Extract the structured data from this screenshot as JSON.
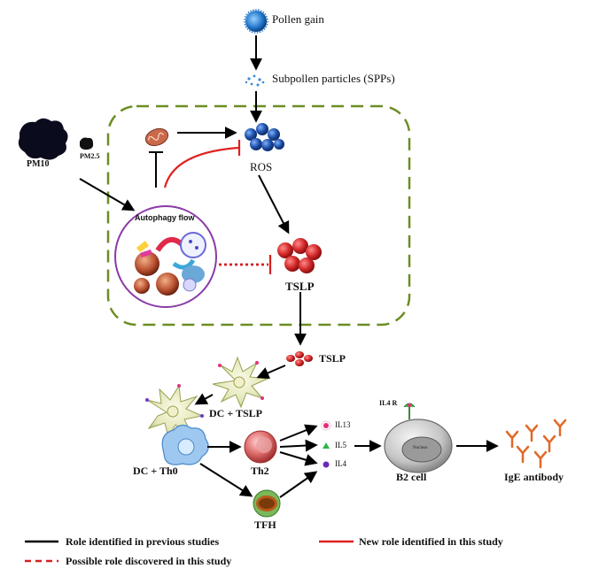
{
  "nodes": {
    "pollen": "Pollen gain",
    "spp": "Subpollen particles (SPPs)",
    "pm10": "PM10",
    "pm25": "PM2.5",
    "ros": "ROS",
    "autophagy": "Autophagy flow",
    "tslp_cell": "TSLP",
    "tslp_secreted": "TSLP",
    "dc_tslp": "DC + TSLP",
    "dc_th0": "DC + Th0",
    "th2": "Th2",
    "tfh": "TFH",
    "il13": "IL13",
    "il5": "IL5",
    "il4": "IL4",
    "il4r": "IL4 R",
    "nucleus": "Nucleus",
    "b2": "B2 cell",
    "ige": "IgE antibody"
  },
  "legend": {
    "previous": "Role identified in previous studies",
    "new": "New role identified in this study",
    "possible": "Possible role discovered in this study"
  },
  "colors": {
    "cell_border": "#6b8e23",
    "known": "#000000",
    "new": "#e02020",
    "possible": "#d62020",
    "ros": "#1f4fa8",
    "tslp": "#d42a2a",
    "ige": "#e06a2a"
  },
  "icons": [
    "pollen-grain-icon",
    "spp-particles-icon",
    "pm10-particle-icon",
    "pm25-particle-icon",
    "mitochondrion-icon",
    "ros-cluster-icon",
    "autophagy-icon",
    "tslp-cluster-icon",
    "dendritic-cell-icon",
    "th0-cell-icon",
    "th2-cell-icon",
    "tfh-cell-icon",
    "b2-cell-icon",
    "ige-antibody-icon"
  ]
}
